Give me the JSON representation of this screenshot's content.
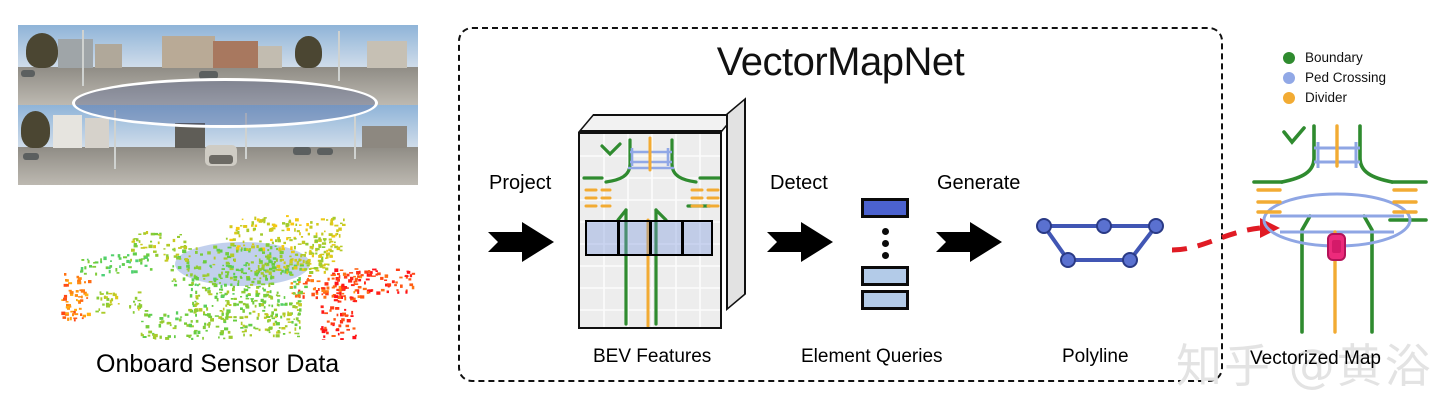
{
  "figure": {
    "title": "VectorMapNet",
    "watermark": "知乎 @黄浴"
  },
  "captions": {
    "sensor": "Onboard Sensor Data",
    "bev": "BEV Features",
    "queries": "Element Queries",
    "polyline": "Polyline",
    "vectorized_map": "Vectorized Map"
  },
  "stage_labels": {
    "project": "Project",
    "detect": "Detect",
    "generate": "Generate"
  },
  "legend": {
    "items": [
      {
        "label": "Boundary",
        "color": "#2f8b2f"
      },
      {
        "label": "Ped Crossing",
        "color": "#91a8e6"
      },
      {
        "label": "Divider",
        "color": "#f2ab33"
      }
    ]
  },
  "colors": {
    "boundary": "#2f8b2f",
    "ped_crossing": "#91a8e6",
    "divider": "#f2ab33",
    "ego_vehicle": "#ec2a7b",
    "query_active": "#4b62cf",
    "query_inactive": "#b3cbe8",
    "polyline_stroke": "#4156b4",
    "polyline_vertex": "#4156b4",
    "red_arrow": "#e01b24",
    "pipeline_border": "#111111"
  },
  "icons": {
    "arrow_project": "block-arrow-right-icon",
    "arrow_detect": "block-arrow-right-icon",
    "arrow_generate": "block-arrow-right-icon",
    "arrow_output": "red-dashed-arrow-icon"
  }
}
